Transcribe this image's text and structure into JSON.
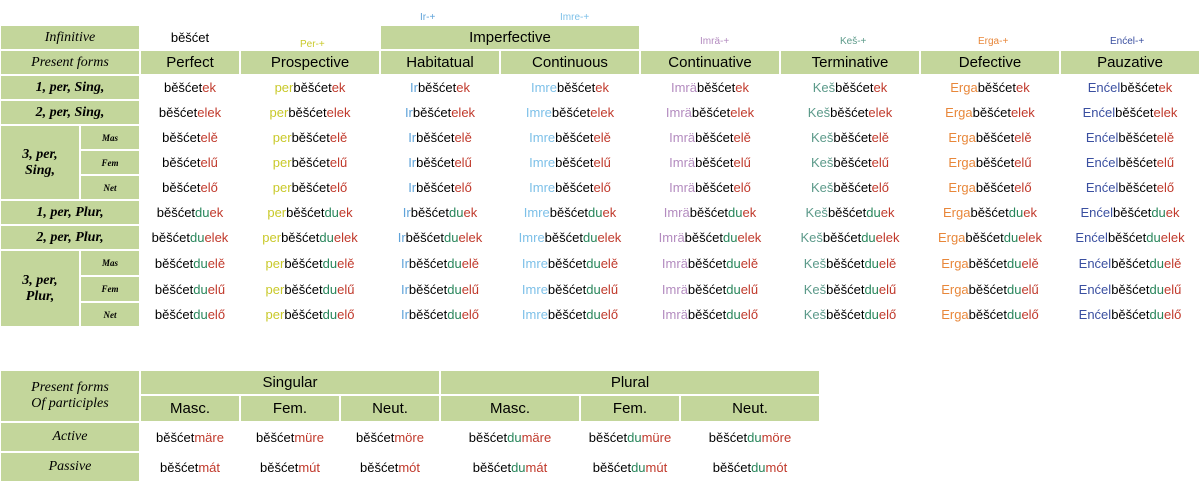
{
  "colors": {
    "stem": "#000000",
    "ending": "#c0392b",
    "ending_plural": "#27855a",
    "per": "#c9c92a",
    "ir": "#5fa3d9",
    "imre": "#7dc0e8",
    "imra": "#b38bbf",
    "kes": "#5c9a8a",
    "erga": "#e8873a",
    "encel": "#3a4fa0",
    "header_bg": "#c3d69b"
  },
  "conjugation": {
    "infinitive_label": "Infinitive",
    "infinitive_value": "běšćet",
    "present_forms_label": "Present forms",
    "imperfective_label": "Imperfective",
    "prefix_hints": {
      "per": "Per-+",
      "ir": "Ir-+",
      "imre": "Imre-+",
      "imra": "Imrä-+",
      "kes": "Keš-+",
      "erga": "Erga-+",
      "encel": "Enćel-+"
    },
    "columns": [
      "Perfect",
      "Prospective",
      "Habitatual",
      "Continuous",
      "Continuative",
      "Terminative",
      "Defective",
      "Pauzative"
    ],
    "prefixes": [
      "",
      "per",
      "Ir",
      "Imre",
      "Imrä",
      "Keš",
      "Erga",
      "Enćel"
    ],
    "prefix_colors": [
      "",
      "per",
      "ir",
      "imre",
      "imra",
      "kes",
      "erga",
      "encel"
    ],
    "stem": "běšćet",
    "row_labels": {
      "r1": "1, per, Sing,",
      "r2": "2, per, Sing,",
      "r3": "3, per, Sing,",
      "r6": "1, per, Plur,",
      "r7": "2, per, Plur,",
      "r8": "3, per, Plur,"
    },
    "gender_labels": [
      "Mas",
      "Fem",
      "Net"
    ],
    "endings": [
      "ek",
      "elek",
      "elě",
      "elű",
      "elő",
      "duek",
      "duelek",
      "duelě",
      "duelű",
      "duelő"
    ]
  },
  "participles": {
    "label_line1": "Present forms",
    "label_line2": "Of participles",
    "singular": "Singular",
    "plural": "Plural",
    "genders": [
      "Masc.",
      "Fem.",
      "Neut.",
      "Masc.",
      "Fem.",
      "Neut."
    ],
    "active_label": "Active",
    "passive_label": "Passive",
    "stem": "běšćet",
    "active": [
      {
        "mid": "",
        "end": "märe"
      },
      {
        "mid": "",
        "end": "müre"
      },
      {
        "mid": "",
        "end": "möre"
      },
      {
        "mid": "du",
        "end": "märe"
      },
      {
        "mid": "du",
        "end": "müre"
      },
      {
        "mid": "du",
        "end": "möre"
      }
    ],
    "passive": [
      {
        "mid": "",
        "end": "mát"
      },
      {
        "mid": "",
        "end": "mút"
      },
      {
        "mid": "",
        "end": "mót"
      },
      {
        "mid": "du",
        "end": "mát"
      },
      {
        "mid": "du",
        "end": "mút"
      },
      {
        "mid": "du",
        "end": "mót"
      }
    ]
  }
}
